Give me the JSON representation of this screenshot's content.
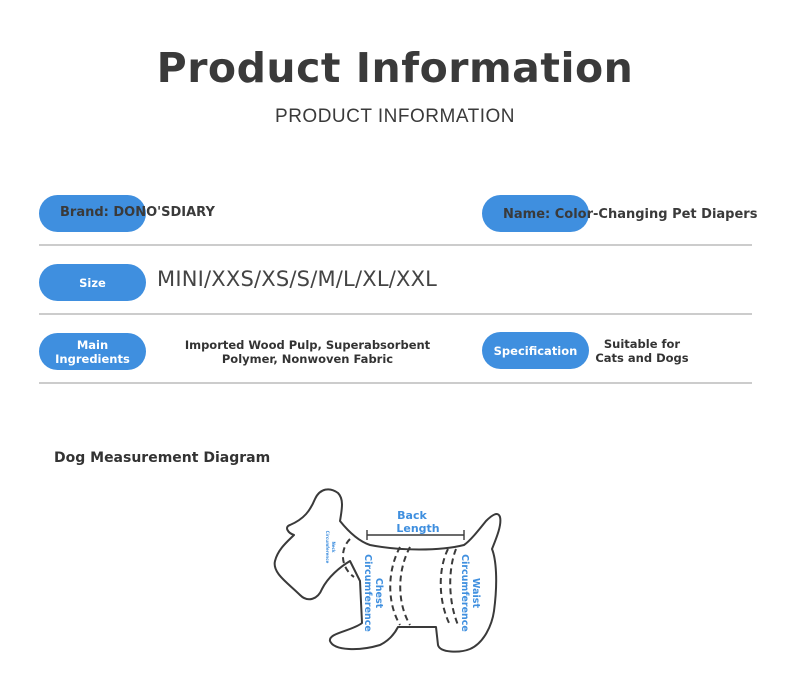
{
  "header": {
    "title": "Product Information",
    "subtitle": "PRODUCT INFORMATION"
  },
  "info": {
    "brand_label": "Brand: DONO'SDIARY",
    "name_label": "Name: Color-Changing Pet Diapers",
    "size_label": "Size",
    "size_value": "MINI/XXS/XS/S/M/L/XL/XXL",
    "ingredients_label_line1": "Main",
    "ingredients_label_line2": "Ingredients",
    "ingredients_value_line1": "Imported Wood Pulp, Superabsorbent",
    "ingredients_value_line2": "Polymer, Nonwoven Fabric",
    "spec_label": "Specification",
    "spec_value_line1": "Suitable for",
    "spec_value_line2": "Cats and Dogs"
  },
  "diagram": {
    "title": "Dog Measurement Diagram",
    "back_length_line1": "Back",
    "back_length_line2": "Length",
    "neck_line1": "Neck",
    "neck_line2": "Circumference",
    "chest_line1": "Chest",
    "chest_line2": "Circumference",
    "waist_line1": "Waist",
    "waist_line2": "Circumference"
  },
  "colors": {
    "accent": "#3f8fdf",
    "text": "#3a3a3a",
    "divider": "#cccccc"
  }
}
